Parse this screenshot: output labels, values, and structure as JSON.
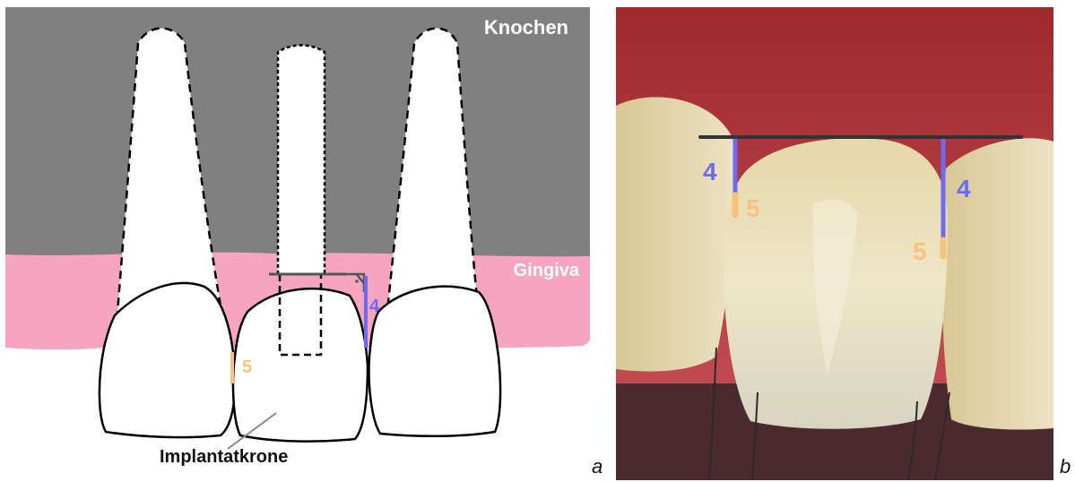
{
  "panel_a": {
    "bone_label": "Knochen",
    "gingiva_label": "Gingiva",
    "crown_label": "Implantatkrone",
    "num_4": "4",
    "num_5": "5",
    "panel_letter": "a"
  },
  "panel_b": {
    "num_4_left": "4",
    "num_5_left": "5",
    "num_4_right": "4",
    "num_5_right": "5",
    "panel_letter": "b"
  },
  "colors": {
    "bone": "#808080",
    "gingiva": "#F5A5C0",
    "measure_4": "#6B6BF5",
    "measure_5": "#F8C27E",
    "reference_line": "#333333"
  }
}
